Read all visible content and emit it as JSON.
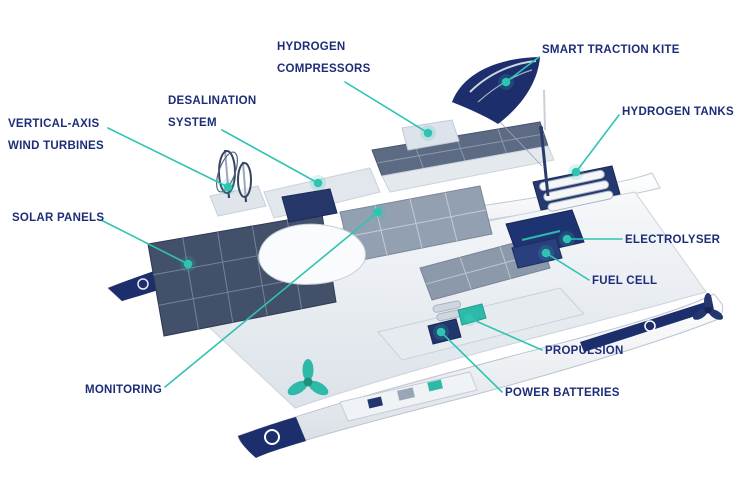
{
  "diagram": {
    "colors": {
      "background": "#ffffff",
      "label-text": "#1d2d78",
      "leader-line": "#2fc4b2",
      "marker-dot": "#2fc4b2",
      "hull-accent": "#1c2e6b",
      "solar-panel": "#42506a",
      "equipment-teal": "#2fb9a8"
    },
    "labels": {
      "hydrogen_compressors": {
        "l1": "HYDROGEN",
        "l2": "COMPRESSORS"
      },
      "smart_traction_kite": {
        "text": "SMART TRACTION KITE"
      },
      "desalination_system": {
        "l1": "DESALINATION",
        "l2": "SYSTEM"
      },
      "hydrogen_tanks": {
        "text": "HYDROGEN TANKS"
      },
      "vertical_axis_wind_turbines": {
        "l1": "VERTICAL-AXIS",
        "l2": "WIND TURBINES"
      },
      "solar_panels": {
        "text": "SOLAR PANELS"
      },
      "electrolyser": {
        "text": "ELECTROLYSER"
      },
      "fuel_cell": {
        "text": "FUEL CELL"
      },
      "propulsion": {
        "text": "PROPULSION"
      },
      "power_batteries": {
        "text": "POWER BATTERIES"
      },
      "monitoring": {
        "text": "MONITORING"
      }
    }
  }
}
